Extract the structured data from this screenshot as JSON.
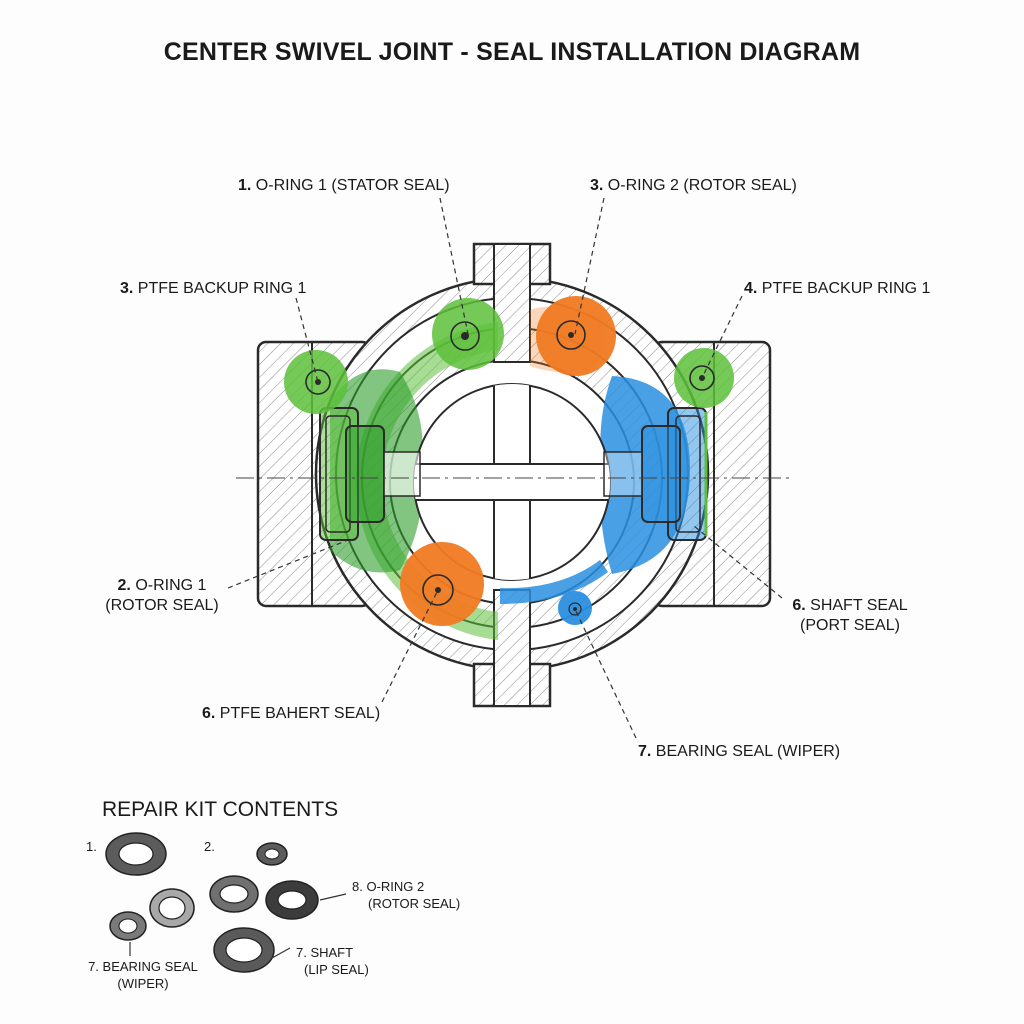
{
  "title": "CENTER SWIVEL JOINT - SEAL INSTALLATION DIAGRAM",
  "colors": {
    "green": "#5cbf3a",
    "green_dark": "#2f9e2b",
    "orange": "#f07a22",
    "blue": "#2a8fe0",
    "outline": "#2a2a2a"
  },
  "callouts": [
    {
      "id": "c1",
      "num": "1.",
      "text": "O-RING 1 (STATOR SEAL)",
      "color": "green"
    },
    {
      "id": "c2",
      "num": "3.",
      "text": "O-RING 2 (ROTOR SEAL)",
      "color": "orange"
    },
    {
      "id": "c3",
      "num": "3.",
      "text": "PTFE BACKUP RING 1",
      "color": "green"
    },
    {
      "id": "c4",
      "num": "4.",
      "text": "PTFE BACKUP RING 1",
      "color": "green"
    },
    {
      "id": "c5",
      "num": "2.",
      "line1": "O-RING 1",
      "line2": "(ROTOR SEAL)",
      "color": "green"
    },
    {
      "id": "c6",
      "num": "6.",
      "line1": "SHAFT SEAL",
      "line2": "(PORT SEAL)",
      "color": "blue"
    },
    {
      "id": "c7",
      "num": "6.",
      "text": "PTFE BAHERT SEAL)",
      "color": "orange"
    },
    {
      "id": "c8",
      "num": "7.",
      "text": "BEARING SEAL (WIPER)",
      "color": "blue"
    }
  ],
  "repair_kit": {
    "title": "REPAIR KIT CONTENTS",
    "labels": {
      "l1": "1.",
      "l2": "2.",
      "l8_line1": "8. O-RING 2",
      "l8_line2": "(ROTOR SEAL)",
      "l7a_line1": "7. SHAFT",
      "l7a_line2": "(LIP SEAL)",
      "l7b_line1": "7. BEARING SEAL",
      "l7b_line2": "(WIPER)"
    }
  }
}
